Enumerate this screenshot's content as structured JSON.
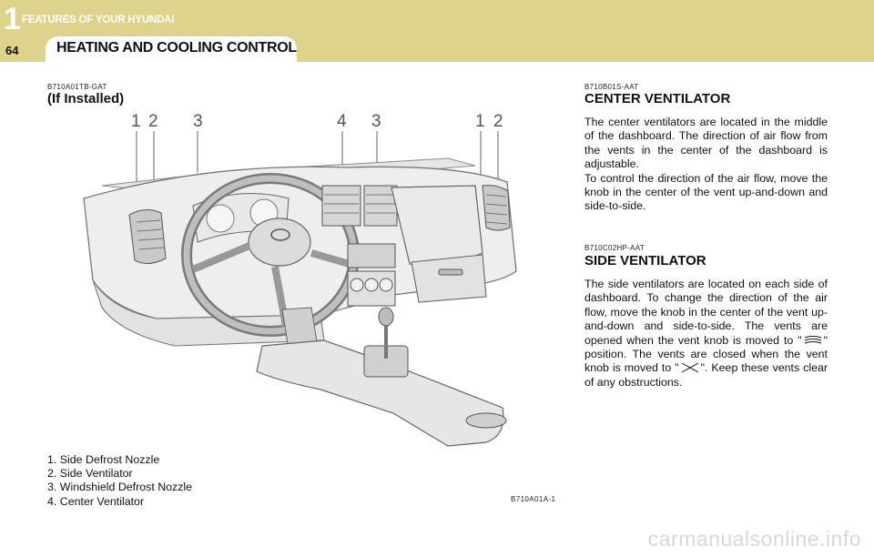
{
  "header": {
    "chapter_number": "1",
    "chapter_title": "FEATURES OF YOUR HYUNDAI",
    "page_number": "64",
    "section_title": "HEATING AND COOLING CONTROL"
  },
  "left": {
    "code": "B710A01TB-GAT",
    "heading": "(If Installed)",
    "figure_code": "B710A01A-1",
    "callouts": [
      "1",
      "2",
      "3",
      "4",
      "3",
      "1",
      "2"
    ],
    "legend": [
      "1.  Side  Defrost  Nozzle",
      "2.  Side Ventilator",
      "3.  Windshield  Defrost  Nozzle",
      "4.  Center Ventilator"
    ]
  },
  "center_ventilator": {
    "code": "B710B01S-AAT",
    "heading": "CENTER  VENTILATOR",
    "para1": "The center ventilators are located in the middle of the dashboard. The direction of air flow from the vents in the center of the dashboard is adjustable.",
    "para2": "To control the direction of the air flow, move the knob in the center of the vent up-and-down and side-to-side."
  },
  "side_ventilator": {
    "code": "B710C02HP-AAT",
    "heading": "SIDE  VENTILATOR",
    "text_a": "The side ventilators are located on each side of dashboard.  To change the direction of the air flow, move the knob in the center of the vent up-and-down and side-to-side. The vents are opened when the vent knob is moved to \"",
    "text_b": "\" position. The vents are closed when the vent knob is moved to \"",
    "text_c": "\". Keep these vents clear of any obstructions."
  },
  "icons": {
    "vent_open": "vent-open-icon",
    "vent_closed": "vent-closed-icon"
  },
  "watermark": "carmanualsonline.info"
}
